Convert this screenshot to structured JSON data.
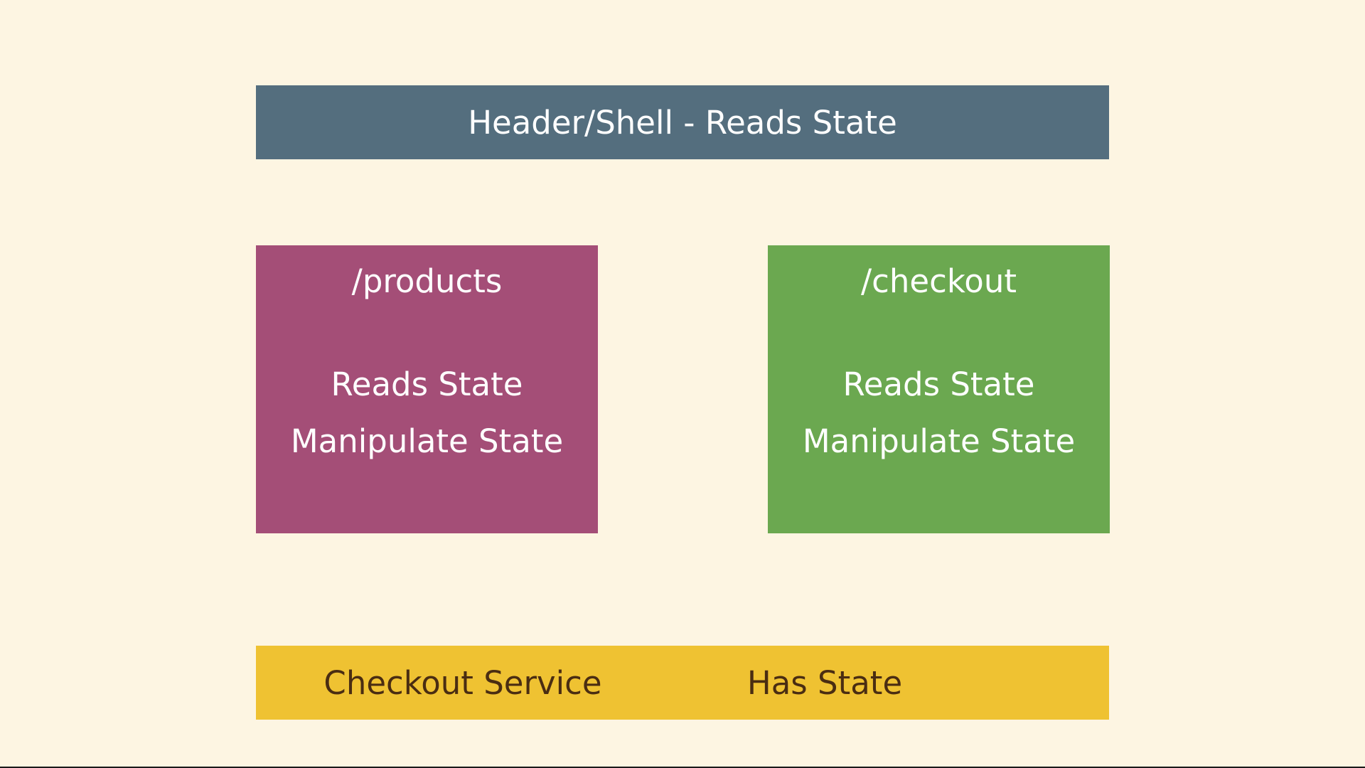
{
  "colors": {
    "background": "#FDF5E2",
    "header": "#546E7E",
    "products": "#A44E77",
    "checkout": "#6BA850",
    "service": "#EFC232",
    "service_text": "#4A2D12",
    "box_text": "#FFFFFF"
  },
  "header": {
    "label": "Header/Shell - Reads State"
  },
  "products": {
    "title": "/products",
    "line1": "Reads State",
    "line2": "Manipulate State"
  },
  "checkout": {
    "title": "/checkout",
    "line1": "Reads State",
    "line2": "Manipulate State"
  },
  "service": {
    "name": "Checkout Service",
    "state": "Has State"
  }
}
